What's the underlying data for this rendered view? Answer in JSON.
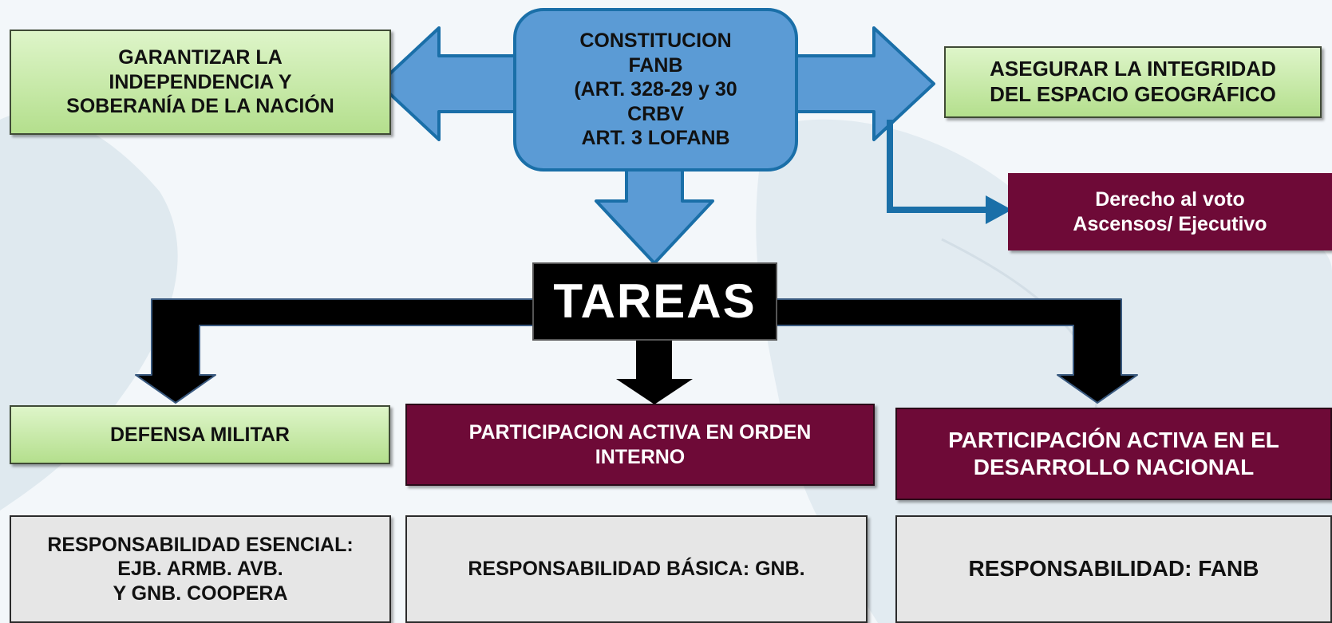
{
  "center": {
    "text": "CONSTITUCION\nFANB\n(ART. 328-29 y 30\nCRBV\nART. 3 LOFANB"
  },
  "left_goal": {
    "text": "GARANTIZAR LA\nINDEPENDENCIA Y\nSOBERANÍA DE LA NACIÓN"
  },
  "right_goal": {
    "text": "ASEGURAR LA INTEGRIDAD\nDEL ESPACIO GEOGRÁFICO"
  },
  "rights": {
    "text": "Derecho al voto\nAscensos/ Ejecutivo"
  },
  "tareas": {
    "text": "TAREAS"
  },
  "tasks": [
    {
      "label": "DEFENSA MILITAR",
      "responsibility": "RESPONSABILIDAD ESENCIAL:\nEJB. ARMB. AVB.\nY GNB. COOPERA"
    },
    {
      "label": "PARTICIPACION ACTIVA EN ORDEN\nINTERNO",
      "responsibility": "RESPONSABILIDAD BÁSICA: GNB."
    },
    {
      "label": "PARTICIPACIÓN ACTIVA EN EL\nDESARROLLO NACIONAL",
      "responsibility": "RESPONSABILIDAD: FANB"
    }
  ],
  "colors": {
    "blue_fill": "#5b9bd5",
    "blue_stroke": "#1a6fa8",
    "green_fill": "#c6e9a6",
    "wine_fill": "#6e0a37",
    "grey_fill": "#e6e6e6",
    "black": "#000000"
  }
}
